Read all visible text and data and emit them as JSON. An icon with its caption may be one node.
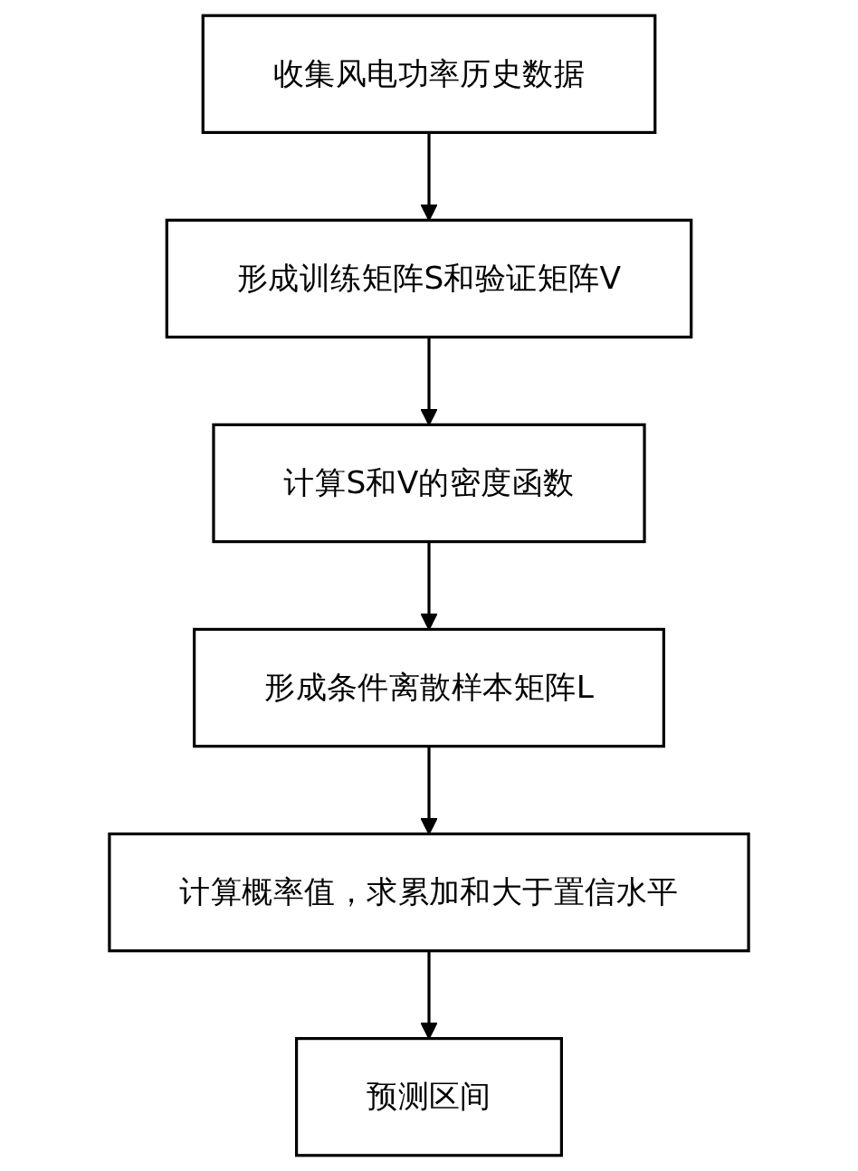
{
  "diagram": {
    "nodes": [
      {
        "text": [
          "收集风电功率历史数据"
        ]
      },
      {
        "text": [
          "形成训练矩阵S和验证矩阵V"
        ]
      },
      {
        "text": [
          "计算S和V的密度函数"
        ]
      },
      {
        "text": [
          "形成条件离散样本矩阵L"
        ]
      },
      {
        "text": [
          "计算概率值，求累加和大于置信水平"
        ]
      },
      {
        "text": [
          "预测区间"
        ]
      }
    ],
    "edges": [
      {
        "from": 0,
        "to": 1,
        "arrow": "to"
      },
      {
        "from": 1,
        "to": 2,
        "arrow": "to"
      },
      {
        "from": 2,
        "to": 3,
        "arrow": "to"
      },
      {
        "from": 3,
        "to": 4,
        "arrow": "to"
      },
      {
        "from": 4,
        "to": 5,
        "arrow": "to"
      }
    ]
  }
}
